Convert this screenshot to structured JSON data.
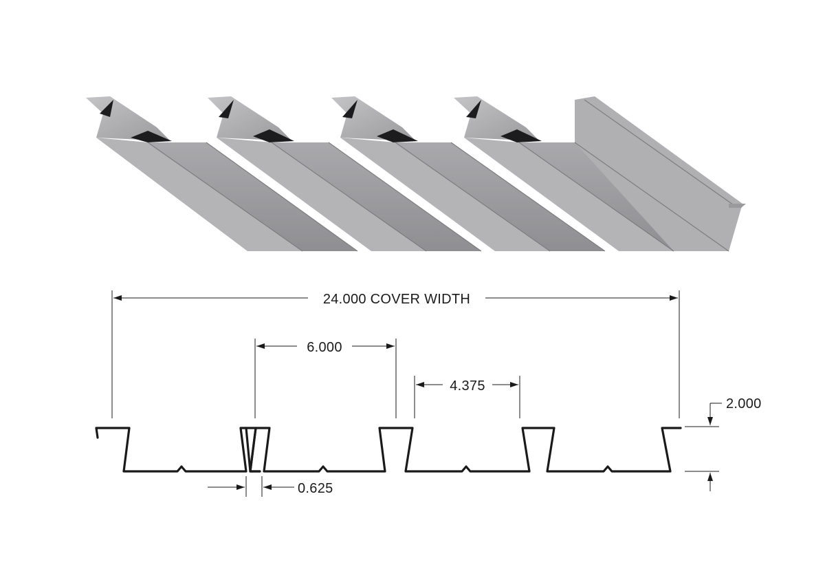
{
  "dimensions": {
    "cover_width": "24.000 COVER WIDTH",
    "rib_spacing": "6.000",
    "bottom_flat": "4.375",
    "height": "2.000",
    "rib_gap": "0.625"
  },
  "colors": {
    "panel_light": "#b9b9bb",
    "panel_mid": "#a3a3a6",
    "panel_dark": "#8e8e91",
    "shadow": "#1c1c1e",
    "line": "#1a1a1a"
  }
}
